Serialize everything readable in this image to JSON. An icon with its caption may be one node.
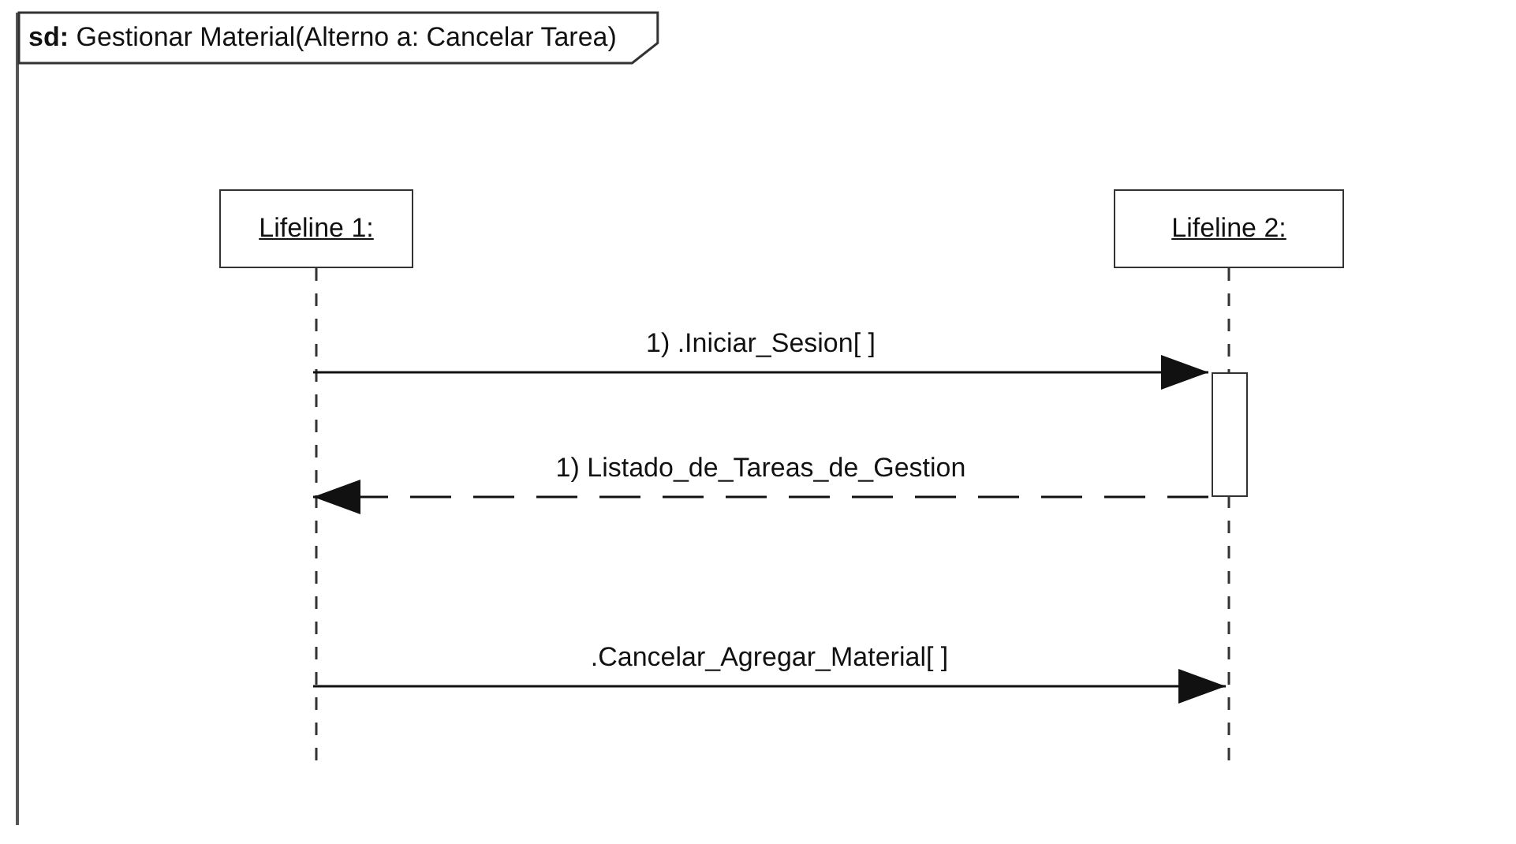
{
  "diagram": {
    "nodes": [
      {
        "text": [
          "**sd:** Gestionar Material(Alterno a: Cancelar Tarea)"
        ]
      },
      {
        "text": [
          "Lifeline 1:"
        ],
        "in": 0
      },
      {
        "text": [
          "Lifeline 2:"
        ],
        "in": 0
      },
      {
        "text": [],
        "shape": "bar",
        "in": 2
      }
    ],
    "edges": [
      {
        "from": 1,
        "to": 3,
        "arrow": "to",
        "label": "1) .Iniciar_Sesion[ ]"
      },
      {
        "from": 3,
        "to": 1,
        "arrow": "to",
        "label": "1) Listado_de_Tareas_de_Gestion",
        "style": "dashed"
      },
      {
        "from": 1,
        "to": 2,
        "arrow": "to",
        "label": ".Cancelar_Agregar_Material[ ]"
      }
    ]
  }
}
